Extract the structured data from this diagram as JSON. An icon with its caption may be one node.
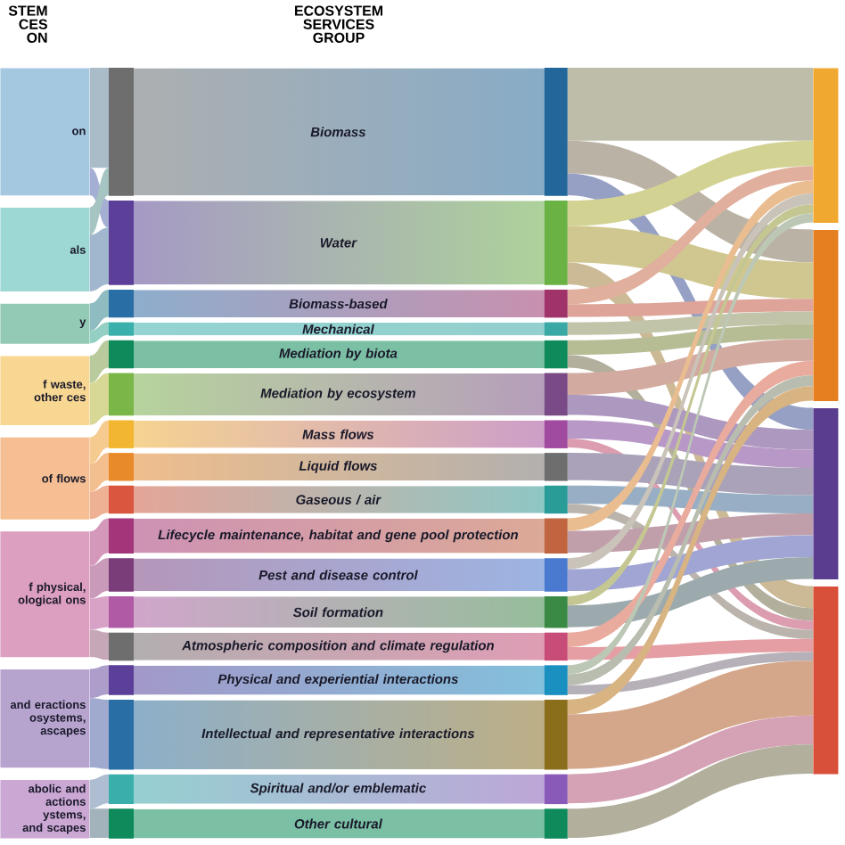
{
  "diagram": {
    "nodes": [
      {
        "text": [
          "on"
        ]
      },
      {
        "text": [
          "als"
        ]
      },
      {
        "text": [
          "y"
        ]
      },
      {
        "text": [
          "f waste, other ces"
        ]
      },
      {
        "text": [
          "of flows"
        ]
      },
      {
        "text": [
          "f physical, ological ons"
        ]
      },
      {
        "text": [
          "and eractions osystems, ascapes"
        ]
      },
      {
        "text": [
          "abolic and actions ystems, and scapes"
        ]
      },
      {
        "text": [
          "Biomass"
        ]
      },
      {
        "text": [
          "Water"
        ]
      },
      {
        "text": [
          "Biomass-based"
        ]
      },
      {
        "text": [
          "Mechanical"
        ]
      },
      {
        "text": [
          "Mediation by biota"
        ]
      },
      {
        "text": [
          "Mediation by ecosystem"
        ]
      },
      {
        "text": [
          "Mass flows"
        ]
      },
      {
        "text": [
          "Liquid flows"
        ]
      },
      {
        "text": [
          "Gaseous / air"
        ]
      },
      {
        "text": [
          "Lifecycle maintenance, habitat and gene pool protection"
        ]
      },
      {
        "text": [
          "Pest and disease control"
        ]
      },
      {
        "text": [
          "Soil formation"
        ]
      },
      {
        "text": [
          "Atmospheric composition and climate regulation"
        ]
      },
      {
        "text": [
          "Physical and experiential interactions"
        ]
      },
      {
        "text": [
          "Intellectual and representative interactions"
        ]
      },
      {
        "text": [
          "Spiritual and/or emblematic"
        ]
      },
      {
        "text": [
          "Other cultural"
        ]
      },
      {
        "text": [],
        "shape": "bar"
      },
      {
        "text": [],
        "shape": "bar"
      },
      {
        "text": [],
        "shape": "bar"
      },
      {
        "text": [],
        "shape": "bar"
      }
    ],
    "edges": [
      {
        "from": 0,
        "to": 8,
        "arrow": "none"
      },
      {
        "from": 0,
        "to": 9,
        "arrow": "none"
      },
      {
        "from": 1,
        "to": 8,
        "arrow": "none"
      },
      {
        "from": 1,
        "to": 9,
        "arrow": "none"
      },
      {
        "from": 2,
        "to": 10,
        "arrow": "none"
      },
      {
        "from": 2,
        "to": 11,
        "arrow": "none"
      },
      {
        "from": 3,
        "to": 12,
        "arrow": "none"
      },
      {
        "from": 3,
        "to": 13,
        "arrow": "none"
      },
      {
        "from": 4,
        "to": 14,
        "arrow": "none"
      },
      {
        "from": 4,
        "to": 15,
        "arrow": "none"
      },
      {
        "from": 4,
        "to": 16,
        "arrow": "none"
      },
      {
        "from": 5,
        "to": 17,
        "arrow": "none"
      },
      {
        "from": 5,
        "to": 18,
        "arrow": "none"
      },
      {
        "from": 5,
        "to": 19,
        "arrow": "none"
      },
      {
        "from": 5,
        "to": 20,
        "arrow": "none"
      },
      {
        "from": 6,
        "to": 21,
        "arrow": "none"
      },
      {
        "from": 6,
        "to": 22,
        "arrow": "none"
      },
      {
        "from": 7,
        "to": 23,
        "arrow": "none"
      },
      {
        "from": 7,
        "to": 24,
        "arrow": "none"
      },
      {
        "from": 8,
        "to": 25,
        "arrow": "none"
      },
      {
        "from": 8,
        "to": 26,
        "arrow": "none"
      },
      {
        "from": 8,
        "to": 27,
        "arrow": "none"
      },
      {
        "from": 9,
        "to": 25,
        "arrow": "none"
      },
      {
        "from": 9,
        "to": 26,
        "arrow": "none"
      },
      {
        "from": 9,
        "to": 28,
        "arrow": "none"
      },
      {
        "from": 10,
        "to": 25,
        "arrow": "none"
      },
      {
        "from": 10,
        "to": 26,
        "arrow": "none"
      },
      {
        "from": 11,
        "to": 26,
        "arrow": "none"
      },
      {
        "from": 12,
        "to": 26,
        "arrow": "none"
      },
      {
        "from": 12,
        "to": 28,
        "arrow": "none"
      },
      {
        "from": 13,
        "to": 26,
        "arrow": "none"
      },
      {
        "from": 13,
        "to": 27,
        "arrow": "none"
      },
      {
        "from": 14,
        "to": 27,
        "arrow": "none"
      },
      {
        "from": 14,
        "to": 28,
        "arrow": "none"
      },
      {
        "from": 15,
        "to": 27,
        "arrow": "none"
      },
      {
        "from": 16,
        "to": 27,
        "arrow": "none"
      },
      {
        "from": 16,
        "to": 28,
        "arrow": "none"
      },
      {
        "from": 17,
        "to": 25,
        "arrow": "none"
      },
      {
        "from": 17,
        "to": 27,
        "arrow": "none"
      },
      {
        "from": 18,
        "to": 25,
        "arrow": "none"
      },
      {
        "from": 18,
        "to": 27,
        "arrow": "none"
      },
      {
        "from": 19,
        "to": 25,
        "arrow": "none"
      },
      {
        "from": 19,
        "to": 27,
        "arrow": "none"
      },
      {
        "from": 20,
        "to": 26,
        "arrow": "none"
      },
      {
        "from": 20,
        "to": 28,
        "arrow": "none"
      },
      {
        "from": 21,
        "to": 25,
        "arrow": "none"
      },
      {
        "from": 21,
        "to": 26,
        "arrow": "none"
      },
      {
        "from": 21,
        "to": 28,
        "arrow": "none"
      },
      {
        "from": 22,
        "to": 26,
        "arrow": "none"
      },
      {
        "from": 22,
        "to": 28,
        "arrow": "none"
      },
      {
        "from": 23,
        "to": 28,
        "arrow": "none"
      },
      {
        "from": 24,
        "to": 28,
        "arrow": "none"
      }
    ],
    "labels": [
      "STEM CES ON",
      "ECOSYSTEM SERVICES GROUP"
    ]
  }
}
